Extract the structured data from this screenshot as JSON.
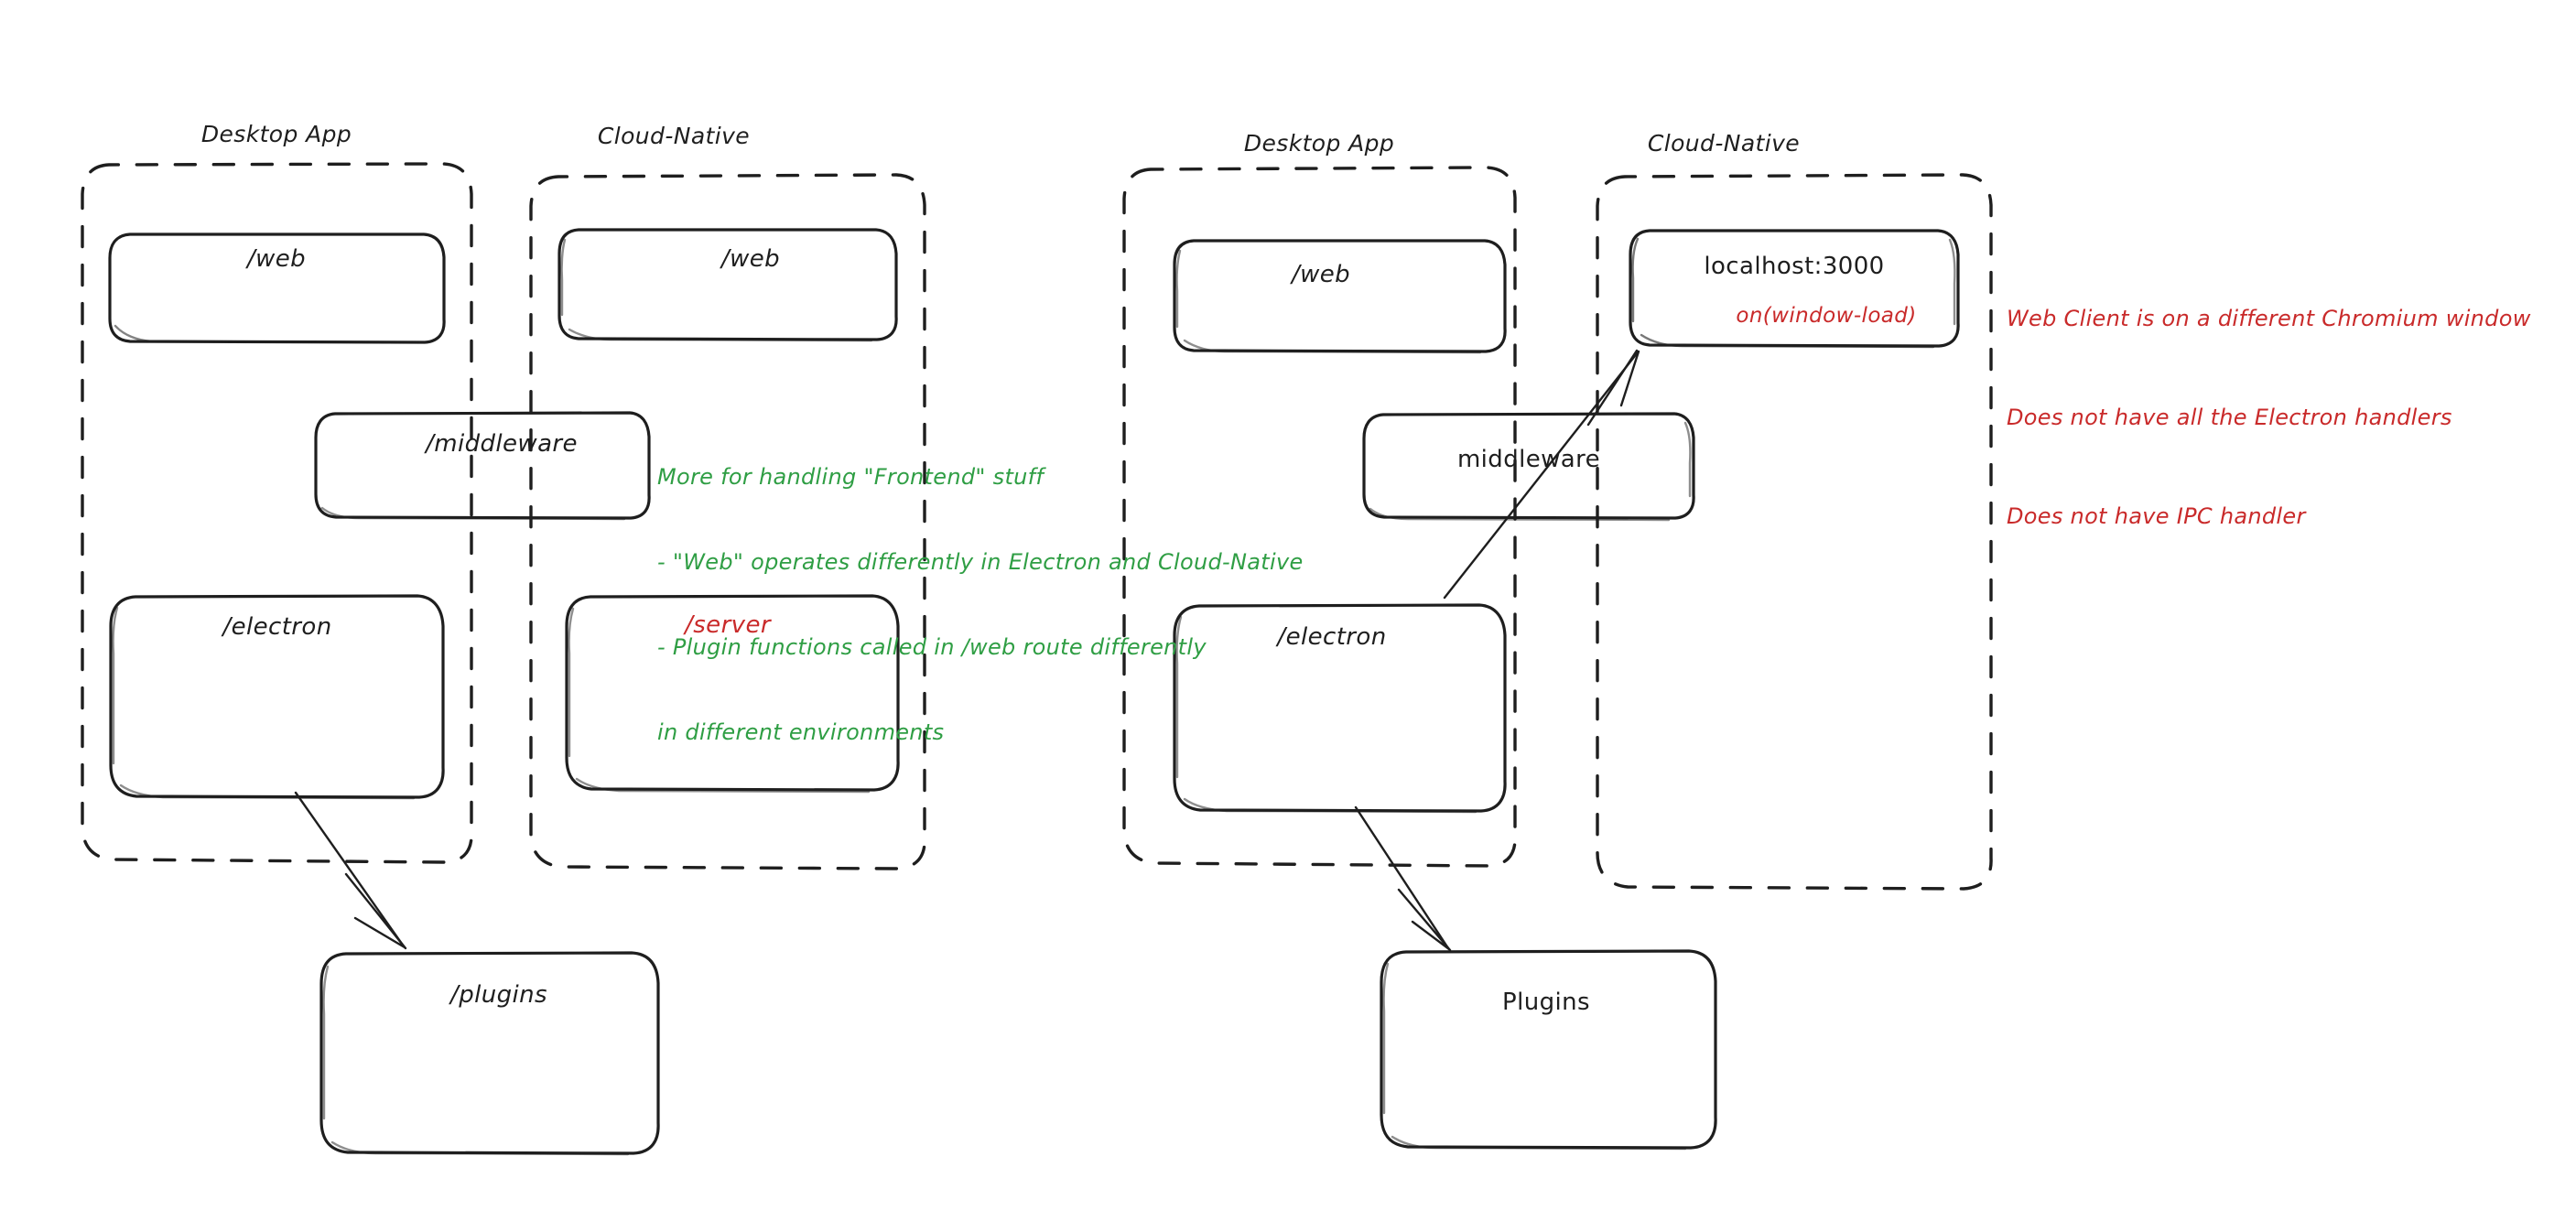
{
  "meta": {
    "colors": {
      "ink": "#1e1e1e",
      "red": "#c92a2a",
      "green": "#2f9e44",
      "background": "#ffffff"
    }
  },
  "diagrams": [
    {
      "id": "left-diagram",
      "groups": [
        {
          "id": "left-desktop-app",
          "title": "Desktop App",
          "nodes": [
            {
              "id": "left-desktop-web",
              "label": "/web"
            },
            {
              "id": "left-desktop-electron",
              "label": "/electron"
            }
          ]
        },
        {
          "id": "left-cloud-native",
          "title": "Cloud-Native",
          "nodes": [
            {
              "id": "left-cloud-web",
              "label": "/web"
            },
            {
              "id": "left-cloud-server",
              "label": "/server",
              "color": "red"
            }
          ]
        }
      ],
      "spanning_nodes": [
        {
          "id": "left-middleware",
          "label": "/middleware"
        }
      ],
      "outside_nodes": [
        {
          "id": "left-plugins",
          "label": "/plugins"
        }
      ],
      "annotation": {
        "id": "frontend-note",
        "color": "green",
        "lines": [
          "More for handling \"Frontend\" stuff",
          "- \"Web\" operates differently in Electron and Cloud-Native",
          "- Plugin functions called in /web route differently",
          "in different environments"
        ]
      },
      "arrows": [
        {
          "id": "left-electron-to-plugins",
          "from": "left-desktop-electron",
          "to": "left-plugins"
        }
      ]
    },
    {
      "id": "right-diagram",
      "groups": [
        {
          "id": "right-desktop-app",
          "title": "Desktop App",
          "nodes": [
            {
              "id": "right-desktop-web",
              "label": "/web"
            },
            {
              "id": "right-desktop-electron",
              "label": "/electron"
            }
          ]
        },
        {
          "id": "right-cloud-native",
          "title": "Cloud-Native",
          "nodes": [
            {
              "id": "right-localhost",
              "label": "localhost:3000",
              "sublabel": "on(window-load)",
              "sublabel_color": "red"
            }
          ]
        }
      ],
      "spanning_nodes": [
        {
          "id": "right-middleware",
          "label": "middleware"
        }
      ],
      "outside_nodes": [
        {
          "id": "right-plugins",
          "label": "Plugins"
        }
      ],
      "annotation": {
        "id": "web-client-note",
        "color": "red",
        "lines": [
          "Web Client is on a different Chromium window",
          "Does not have all the Electron handlers",
          "Does not have IPC handler"
        ]
      },
      "arrows": [
        {
          "id": "right-electron-to-plugins",
          "from": "right-desktop-electron",
          "to": "right-plugins"
        },
        {
          "id": "right-electron-to-localhost",
          "from": "right-desktop-electron",
          "to": "right-localhost"
        }
      ]
    }
  ]
}
